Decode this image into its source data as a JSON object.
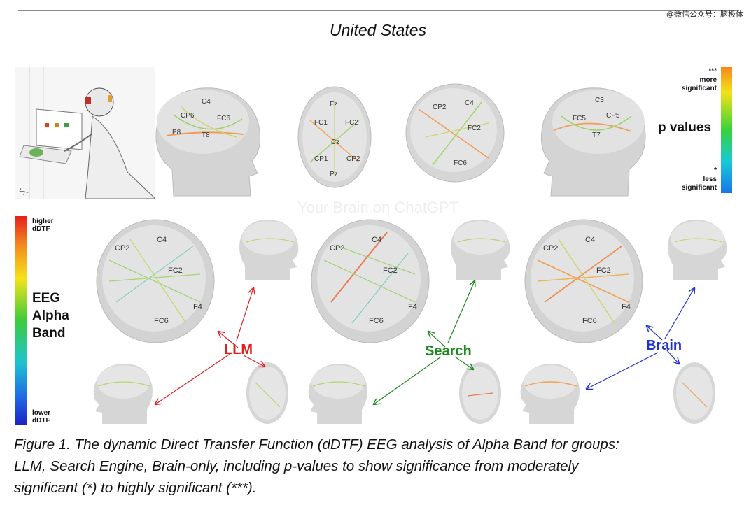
{
  "watermark": "@微信公众号：脑极体",
  "title": "United States",
  "faint_text": "Your Brain on ChatGPT",
  "p_legend": {
    "top_marker": "***",
    "top_label_1": "more",
    "top_label_2": "significant",
    "title": "p values",
    "bottom_marker": "*",
    "bottom_label_1": "less",
    "bottom_label_2": "significant"
  },
  "dtf_legend": {
    "top_label_1": "higher",
    "top_label_2": "dDTF",
    "title_1": "EEG",
    "title_2": "Alpha",
    "title_3": "Band",
    "bottom_label_1": "lower",
    "bottom_label_2": "dDTF"
  },
  "groups": [
    {
      "label": "LLM",
      "color": "#e02020"
    },
    {
      "label": "Search",
      "color": "#1e8a1e"
    },
    {
      "label": "Brain",
      "color": "#1f33c8"
    }
  ],
  "caption_1": "Figure 1. The dynamic Direct Transfer Function (dDTF) EEG analysis of Alpha Band for groups:",
  "caption_2": "LLM, Search Engine, Brain-only, including p-values to show significance from moderately",
  "caption_3": "significant (*) to highly significant (***)."
}
